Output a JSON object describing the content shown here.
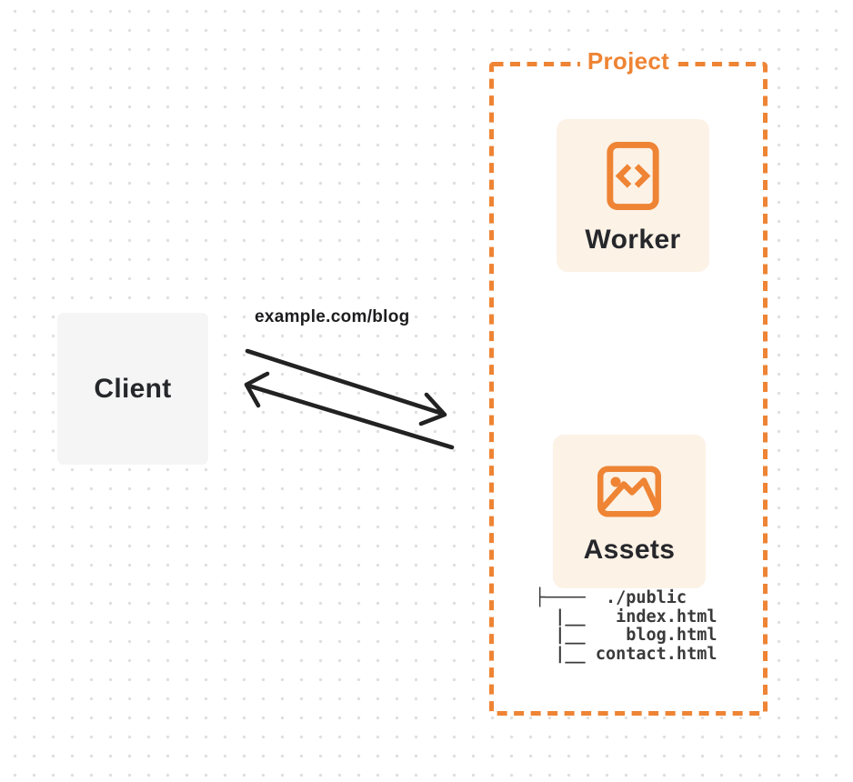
{
  "colors": {
    "accent_orange": "#ee8434",
    "card_background": "#fcf2e6",
    "client_background": "#f5f5f6",
    "text_dark": "#26272b",
    "tree_text": "#3a3a3a",
    "arrow_black": "#222222",
    "dot_grid": "#dfdfdf"
  },
  "client": {
    "label": "Client"
  },
  "request": {
    "label": "example.com/blog"
  },
  "project": {
    "label": "Project",
    "worker": {
      "label": "Worker",
      "icon": "code-document-icon"
    },
    "assets": {
      "label": "Assets",
      "icon": "image-icon",
      "file_tree": {
        "root": "./public",
        "files": [
          "index.html",
          "blog.html",
          "contact.html"
        ],
        "text": "├────  ./public\n  |__   index.html\n  |__    blog.html\n  |__ contact.html"
      }
    }
  }
}
